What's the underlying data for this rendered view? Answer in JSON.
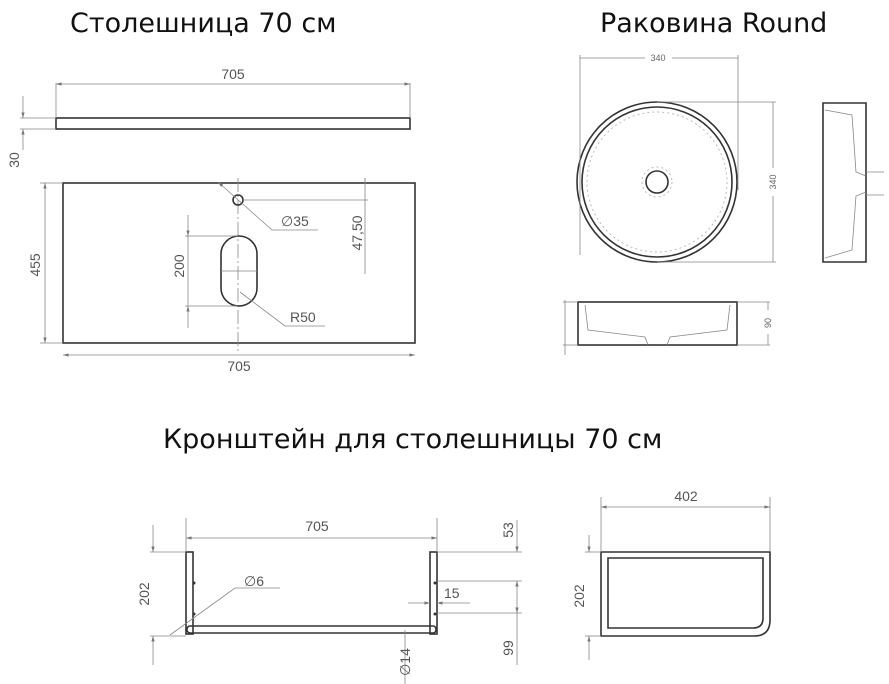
{
  "titles": {
    "countertop": "Столешница 70 см",
    "sink": "Раковина Round",
    "bracket": "Кронштейн для столешницы 70 см"
  },
  "countertop": {
    "side_width": "705",
    "thickness": "30",
    "plan_width": "705",
    "depth": "455",
    "hole_diameter": "∅35",
    "hole_offset": "47,50",
    "cutout_length": "200",
    "cutout_radius": "R50"
  },
  "sink": {
    "width": "340",
    "depth": "340",
    "height": "90"
  },
  "bracket": {
    "width": "705",
    "height": "202",
    "pin_diameter": "∅6",
    "post_width": "15",
    "bar_diameter": "∅14",
    "top_offset": "53",
    "bottom_offset": "99",
    "side_depth": "402",
    "side_height": "202"
  }
}
